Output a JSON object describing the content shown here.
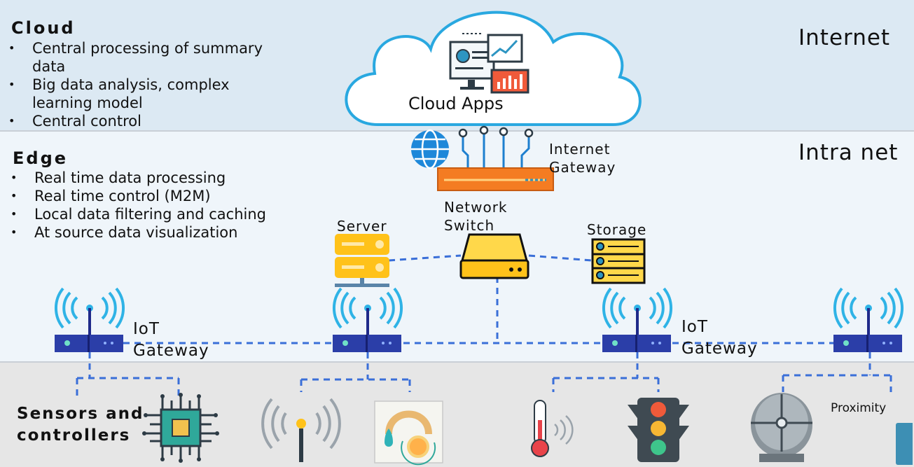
{
  "cloud": {
    "title": "Cloud",
    "bullets": [
      "Central processing of summary\ndata",
      "Big data analysis, complex\nlearning model",
      "Central control"
    ],
    "zone": "Internet",
    "apps_label": "Cloud Apps"
  },
  "edge": {
    "title": "Edge",
    "bullets": [
      "Real time data processing",
      "Real time control (M2M)",
      "Local data filtering and caching",
      "At source data visualization"
    ],
    "zone": "Intra net",
    "internet_gateway": "Internet\nGateway",
    "network_switch": "Network\nSwitch",
    "server": "Server",
    "storage": "Storage",
    "iot_gateway_left": "IoT\nGateway",
    "iot_gateway_right": "IoT\nGateway"
  },
  "sensors": {
    "title": "Sensors and\ncontrollers",
    "proximity": "Proximity"
  },
  "colors": {
    "cloud_band": "#dce9f3",
    "edge_band": "#eff5fa",
    "sensor_band": "#e6e6e6",
    "link_dash": "#3a6fd8",
    "router": "#2b3ea8",
    "wifi": "#2fb3e6",
    "server_yellow": "#ffc21a",
    "gateway_orange": "#f47c22"
  }
}
